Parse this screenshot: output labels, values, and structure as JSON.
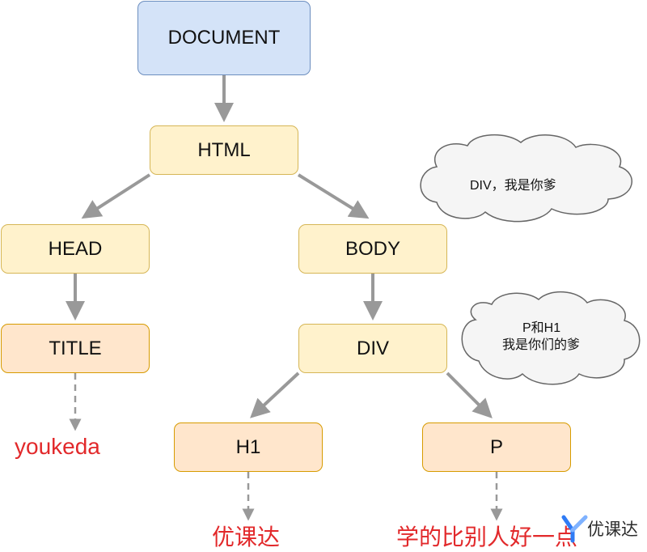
{
  "nodes": {
    "document": "DOCUMENT",
    "html": "HTML",
    "head": "HEAD",
    "body": "BODY",
    "title": "TITLE",
    "div": "DIV",
    "h1": "H1",
    "p": "P"
  },
  "leaves": {
    "title_text": "youkeda",
    "h1_text": "优课达",
    "p_text": "学的比别人好一点"
  },
  "clouds": {
    "div_note": "DIV，我是你爹",
    "p_h1_note_line1": "P和H1",
    "p_h1_note_line2": "我是你们的爹"
  },
  "watermark": {
    "brand": "优课达"
  },
  "colors": {
    "document_fill": "#d4e3f8",
    "document_stroke": "#6c8ebf",
    "yellow_fill": "#fff2cc",
    "yellow_stroke": "#d6b656",
    "orange_fill": "#ffe6cc",
    "orange_stroke": "#d79b00",
    "leaf_text": "#e2292b",
    "cloud_fill": "#f5f5f5",
    "cloud_stroke": "#666666",
    "arrow": "#999999",
    "watermark_accent": "#2f7bf5"
  },
  "icons": {
    "watermark_logo": "y-logo-icon"
  }
}
